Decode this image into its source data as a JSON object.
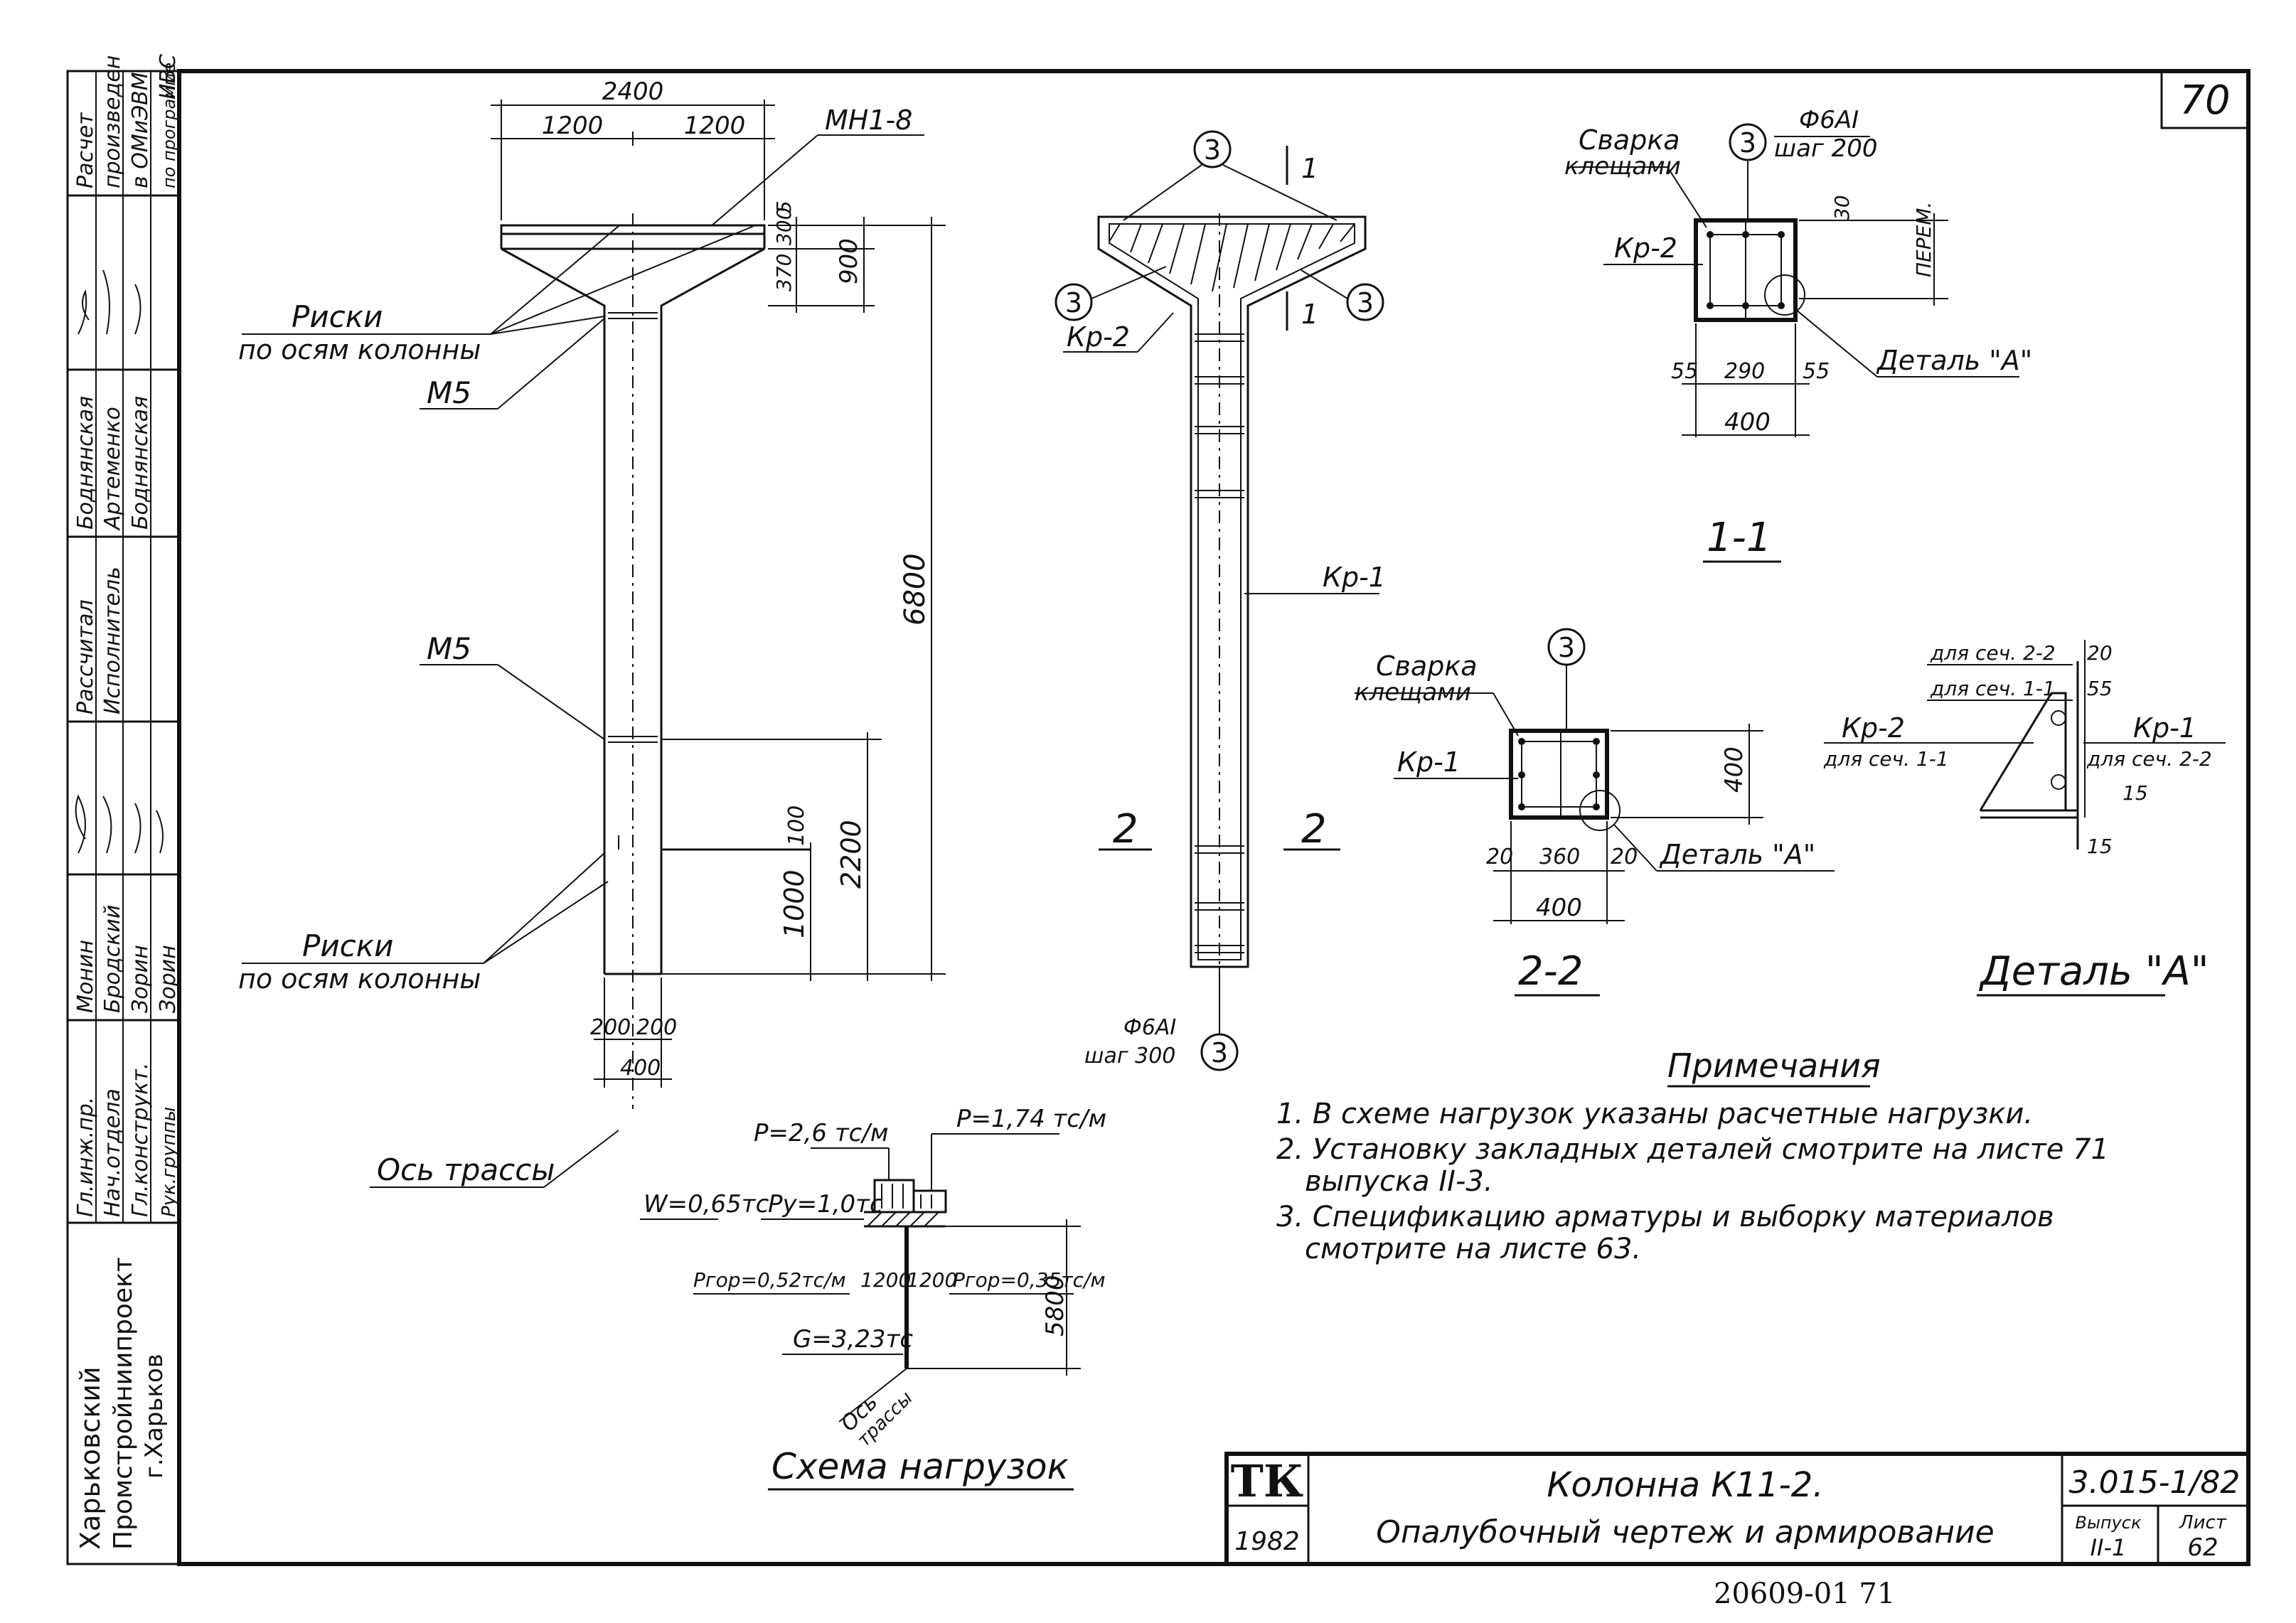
{
  "sheet_number": "70",
  "plan": {
    "dims": {
      "overall": "2400",
      "half_left": "1200",
      "half_right": "1200",
      "h_900": "900",
      "h_370": "370",
      "h_300": "300",
      "h_5": "5",
      "h_6800": "6800",
      "h_2200": "2200",
      "h_1000": "1000",
      "h_100": "100",
      "w_200a": "200",
      "w_200b": "200",
      "w_400": "400"
    },
    "labels": {
      "mn": "МН1-8",
      "riski_top_1": "Риски",
      "riski_top_2": "по осям колонны",
      "m5_top": "М5",
      "m5_mid": "М5",
      "riski_bot_1": "Риски",
      "riski_bot_2": "по осям колонны",
      "os_trassy": "Ось трассы"
    }
  },
  "reinf": {
    "mark3": "3",
    "kr2": "Кр-2",
    "kr1": "Кр-1",
    "cut1": "1",
    "cut2": "2",
    "rebar_1": "Ф6АI",
    "rebar_2": "шаг 300"
  },
  "section11": {
    "title": "1-1",
    "svarka_1": "Сварка",
    "svarka_2": "клещами",
    "mark": "3",
    "rebar_1": "Ф6АI",
    "rebar_2": "шаг 200",
    "kr2": "Кр-2",
    "perem": "ПЕРЕМ.",
    "d30": "30",
    "d55a": "55",
    "d290": "290",
    "d55b": "55",
    "d400": "400",
    "detail": "Деталь \"А\""
  },
  "section22": {
    "title": "2-2",
    "svarka_1": "Сварка",
    "svarka_2": "клещами",
    "mark": "3",
    "kr1": "Кр-1",
    "d400v": "400",
    "d20a": "20",
    "d360": "360",
    "d20b": "20",
    "d400": "400",
    "detail": "Деталь \"А\""
  },
  "detailA": {
    "title": "Деталь \"А\"",
    "for22": "для сеч. 2-2",
    "v20": "20",
    "for11": "для сеч. 1-1",
    "v55": "55",
    "kr2": "Кр-2",
    "kr2_for": "для сеч. 1-1",
    "kr1": "Кр-1",
    "kr1_for": "для сеч. 2-2",
    "v15a": "15",
    "v15b": "15"
  },
  "loads": {
    "title": "Схема нагрузок",
    "p1": "P=2,6 тс/м",
    "p2": "P=1,74 тс/м",
    "w": "W=0,65тс",
    "py": "Py=1,0тс",
    "pgor1": "Pгор=0,52тс/м",
    "d1200a": "1200",
    "d1200b": "1200",
    "pgor2": "Pгор=0,35тс/м",
    "g": "G=3,23тс",
    "h5800": "5800",
    "os_1": "Ось",
    "os_2": "трассы"
  },
  "notes": {
    "title": "Примечания",
    "items": [
      "1. В схеме нагрузок указаны расчетные нагрузки.",
      "2. Установку закладных деталей смотрите на листе 71",
      "выпуска II-3.",
      "3. Спецификацию арматуры и выборку материалов",
      "смотрите на листе 63."
    ]
  },
  "title_block": {
    "logo": "ТК",
    "year": "1982",
    "name": "Колонна К11-2.",
    "subtitle": "Опалубочный чертеж и армирование",
    "code": "3.015-1/82",
    "issue_label": "Выпуск",
    "issue": "II-1",
    "sheet_label": "Лист",
    "sheet": "62",
    "archive": "20609-01    71"
  },
  "side_stamp": {
    "org_1": "Харьковский",
    "org_2": "Промстройниипроект",
    "org_3": "г.Харьков",
    "roles": [
      "Гл.инж.пр.",
      "Нач.отдела",
      "Гл.конструкт.",
      "Рук.группы"
    ],
    "names_1": [
      "Монин",
      "Бродский",
      "Зорин",
      "Зорин"
    ],
    "names_2": [
      "Боднянская",
      "Артеменко",
      "Боднянская"
    ],
    "hdr_1": "Рассчитал",
    "hdr_2": "Исполнитель",
    "calc_1": "Расчет",
    "calc_2": "произведен",
    "calc_3": "в ОМиЭВМ",
    "calc_4": "по программе",
    "calc_5": "ИВС"
  }
}
